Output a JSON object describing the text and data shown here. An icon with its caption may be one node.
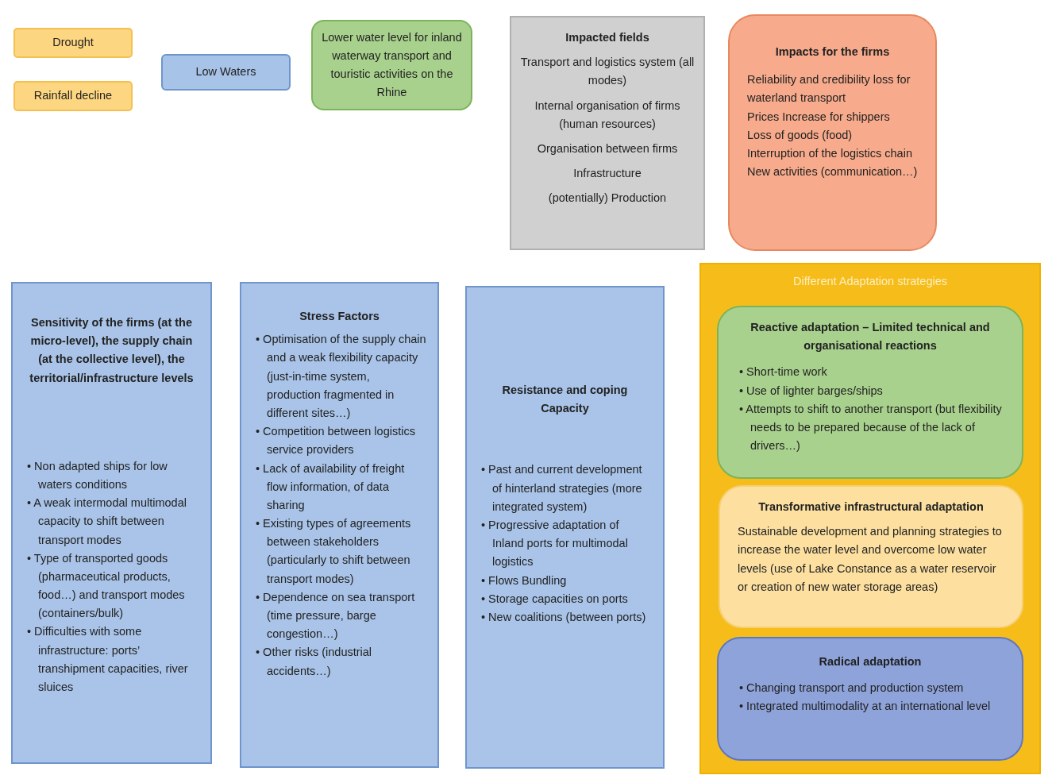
{
  "diagram": {
    "nodes": [
      {
        "text": [
          "Drought"
        ]
      },
      {
        "text": [
          "Rainfall decline"
        ]
      },
      {
        "text": [
          "Low Waters"
        ]
      },
      {
        "text": [
          "Lower water level for inland waterway transport and touristic activities on the Rhine"
        ]
      },
      {
        "text": [
          "Impacted fields",
          "Transport and logistics system (all modes)",
          "Internal organisation of firms (human resources)",
          "Organisation between firms",
          "Infrastructure",
          "(potentially) Production"
        ]
      },
      {
        "text": [
          "Impacts for the firms",
          "Reliability and credibility loss for waterland transport",
          "Prices Increase for shippers",
          "Loss of goods (food)",
          "Interruption of the logistics chain",
          "New activities (communication…)"
        ]
      },
      {
        "text": [
          "Sensitivity of the firms (at the micro-level), the supply chain (at the collective level), the territorial/infrastructure levels",
          "• Non adapted ships for low waters conditions",
          "• A weak intermodal multimodal capacity to shift between transport modes",
          "• Type of transported goods (pharmaceutical products, food…) and transport modes (containers/bulk)",
          "• Difficulties with some infrastructure: ports’ transhipment capacities, river sluices"
        ]
      },
      {
        "text": [
          "Stress Factors",
          "• Optimisation of the supply chain and a weak flexibility capacity (just-in-time system, production fragmented in different sites…)",
          "• Competition between logistics service providers",
          "• Lack of availability of freight flow information, of data sharing",
          "• Existing types of agreements between stakeholders (particularly to shift between transport modes)",
          "• Dependence on sea transport (time pressure, barge congestion…)",
          "• Other risks (industrial accidents…)"
        ]
      },
      {
        "text": [
          "Resistance and coping Capacity",
          "• Past and current development of hinterland strategies (more integrated system)",
          "• Progressive adaptation of Inland ports for multimodal logistics",
          "• Flows Bundling",
          "• Storage capacities on ports",
          "• New coalitions (between ports)"
        ]
      },
      {
        "text": [
          "Different Adaptation strategies"
        ]
      },
      {
        "text": [
          "Reactive adaptation – Limited technical and organisational reactions",
          "• Short-time work",
          "• Use of lighter barges/ships",
          "• Attempts to shift to another transport (but flexibility needs to be prepared because of the lack of drivers…)"
        ],
        "in": 9
      },
      {
        "text": [
          "Transformative infrastructural adaptation",
          "Sustainable development and planning strategies to increase the water level and overcome low water levels (use of Lake Constance as a water reservoir or creation of new water storage areas)"
        ],
        "in": 9
      },
      {
        "text": [
          "Radical adaptation",
          "• Changing transport and production system",
          "• Integrated multimodality at an international level"
        ],
        "in": 9
      }
    ]
  }
}
